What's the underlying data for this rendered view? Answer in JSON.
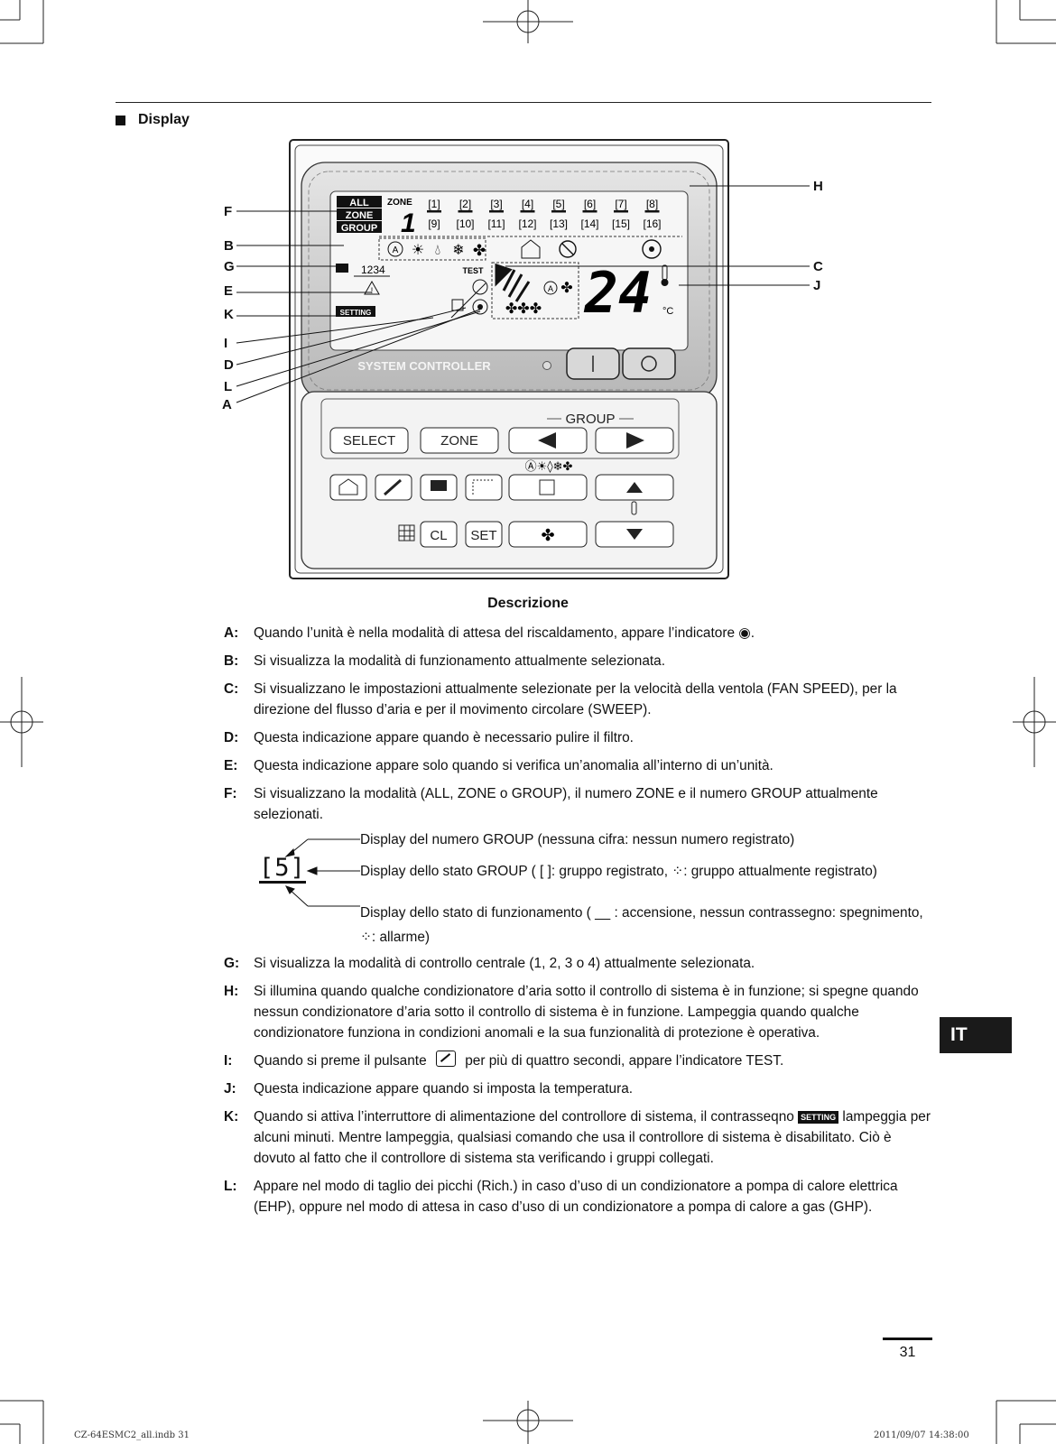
{
  "section": {
    "title": "Display"
  },
  "device": {
    "lcd": {
      "mode_labels": [
        "ALL",
        "ZONE",
        "GROUP"
      ],
      "zone_label": "ZONE",
      "zone_number": "1",
      "groups_row1": [
        "1",
        "2",
        "3",
        "4",
        "5",
        "6",
        "7",
        "8"
      ],
      "groups_row2": [
        "9",
        "10",
        "11",
        "12",
        "13",
        "14",
        "15",
        "16"
      ],
      "code": "1234",
      "test_label": "TEST",
      "setting_label": "SETTING",
      "temperature": "24",
      "temp_unit": "°C"
    },
    "system_controller_label": "SYSTEM CONTROLLER",
    "buttons": {
      "select": "SELECT",
      "zone": "ZONE",
      "group_label": "GROUP",
      "cl": "CL",
      "set": "SET"
    }
  },
  "callouts": [
    "F",
    "B",
    "G",
    "E",
    "K",
    "I",
    "D",
    "L",
    "A",
    "H",
    "C",
    "J"
  ],
  "caption": "Descrizione",
  "descriptions": [
    {
      "key": "A:",
      "text": "Quando l’unità è nella modalità di attesa del riscaldamento, appare l’indicatore ◉."
    },
    {
      "key": "B:",
      "text": "Si visualizza la modalità di funzionamento attualmente selezionata."
    },
    {
      "key": "C:",
      "text": " Si visualizzano le impostazioni attualmente selezionate per la velocità della ventola (FAN SPEED), per la direzione del flusso d’aria e per il movimento circolare (SWEEP)."
    },
    {
      "key": "D:",
      "text": "Questa indicazione appare quando è necessario pulire il filtro."
    },
    {
      "key": "E:",
      "text": "Questa indicazione appare solo quando si verifica un’anomalia all’interno di un’unità."
    },
    {
      "key": "F:",
      "text": "Si visualizzano la modalità (ALL, ZONE o GROUP), il numero ZONE e il numero GROUP attualmente selezionati."
    },
    {
      "key": "G:",
      "text": "Si visualizza la modalità di controllo centrale (1, 2, 3 o 4) attualmente selezionata."
    },
    {
      "key": "H:",
      "text": "Si illumina quando qualche condizionatore d’aria sotto il controllo di sistema è in funzione; si spegne quando nessun condizionatore d’aria sotto il controllo di sistema è in funzione. Lampeggia quando qualche condizionatore funziona in condizioni anomali e la sua funzionalità di protezione è operativa."
    },
    {
      "key": "I:",
      "text_before": "Quando si preme il pulsante",
      "text_after": "per più di quattro secondi, appare l’indicatore TEST."
    },
    {
      "key": "J:",
      "text": "Questa indicazione appare quando si imposta la temperatura."
    },
    {
      "key": "K:",
      "text_before": "Quando si attiva l’interruttore di alimentazione del controllore di sistema, il contrasseqno",
      "badge": "SETTING",
      "text_after": "lampeggia per alcuni minuti. Mentre lampeggia, qualsiasi comando che usa il controllore di sistema è disabilitato. Ciò è dovuto al fatto che il controllore di sistema sta verificando i gruppi collegati."
    },
    {
      "key": "L:",
      "text": "Appare nel modo di taglio dei picchi (Rich.) in caso d’uso di un condizionatore a pompa di calore elettrica (EHP), oppure nel modo di attesa in caso d’uso di un condizionatore a pompa di calore a gas (GHP)."
    }
  ],
  "group_detail": {
    "symbol": "[5]",
    "line1": "Display del numero GROUP (nessuna cifra: nessun numero registrato)",
    "line2": "Display dello stato GROUP ( [   ]: gruppo registrato, ⁘: gruppo attualmente registrato)",
    "line3": "Display dello stato di funzionamento ( __ : accensione, nessun contrassegno: spegnimento, ⁘: allarme)"
  },
  "tab": "IT",
  "page_number": "31",
  "footer": {
    "left": "CZ-64ESMC2_all.indb   31",
    "right": "2011/09/07   14:38:00"
  }
}
